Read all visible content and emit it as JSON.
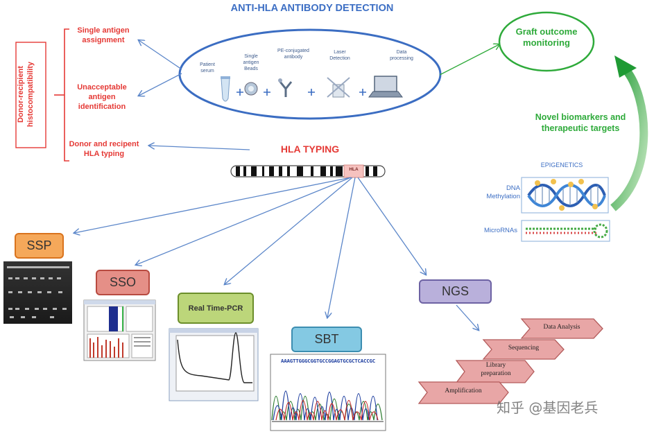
{
  "title": "ANTI-HLA ANTIBODY DETECTION",
  "donor_recipient": "Donor-recipient histocompatibility",
  "left_items": {
    "single_antigen": "Single antigen assignment",
    "unacceptable": "Unacceptable antigen identification",
    "donor_typing": "Donor and recipent HLA typing"
  },
  "ellipse_steps": {
    "patient_serum": "Patient serum",
    "beads": "Single antigen Beads",
    "pe_antibody": "PE-conjugated antibody",
    "laser": "Laser Detection",
    "data": "Data processing"
  },
  "graft": "Graft outcome monitoring",
  "novel": "Novel biomarkers and therapeutic targets",
  "epigenetics": "EPIGENETICS",
  "dna_methylation": "DNA Methylation",
  "micrornas": "MicroRNAs",
  "hla_typing": "HLA TYPING",
  "hla_label": "HLA",
  "methods": {
    "ssp": "SSP",
    "sso": "SSO",
    "rtpcr": "Real Time-PCR",
    "sbt": "SBT",
    "ngs": "NGS"
  },
  "sbt_sequence": "AAAGTTGGGCGGTGCCGGAGTGCGCTCACCGC",
  "ngs_steps": {
    "data_analysis": "Data Analysis",
    "sequencing": "Sequencing",
    "library": "Library preparation",
    "amplification": "Amplification"
  },
  "watermark": "知乎 @基因老兵",
  "colors": {
    "red": "#e53935",
    "green": "#2eaa3a",
    "blue": "#3d6fc4",
    "ssp": "#f5a85a",
    "sso": "#e58f87",
    "rtpcr": "#bcd67a",
    "sbt": "#84c9e3",
    "ngs": "#b9b0db",
    "arrow_step": "#e8a6a6"
  }
}
